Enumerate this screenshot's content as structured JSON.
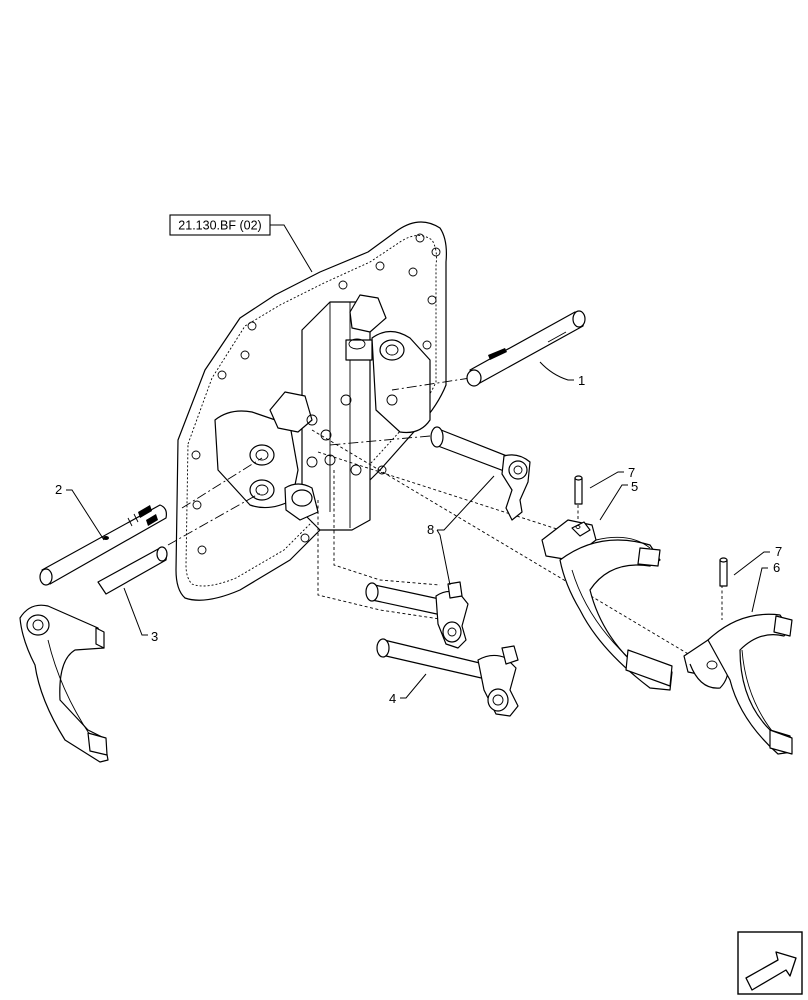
{
  "reference": {
    "label": "21.130.BF (02)"
  },
  "callouts": {
    "c1": "1",
    "c2": "2",
    "c3": "3",
    "c4": "4",
    "c5": "5",
    "c6": "6",
    "c7a": "7",
    "c7b": "7",
    "c8": "8"
  },
  "navigation": {
    "icon": "next-page-arrow-icon"
  }
}
